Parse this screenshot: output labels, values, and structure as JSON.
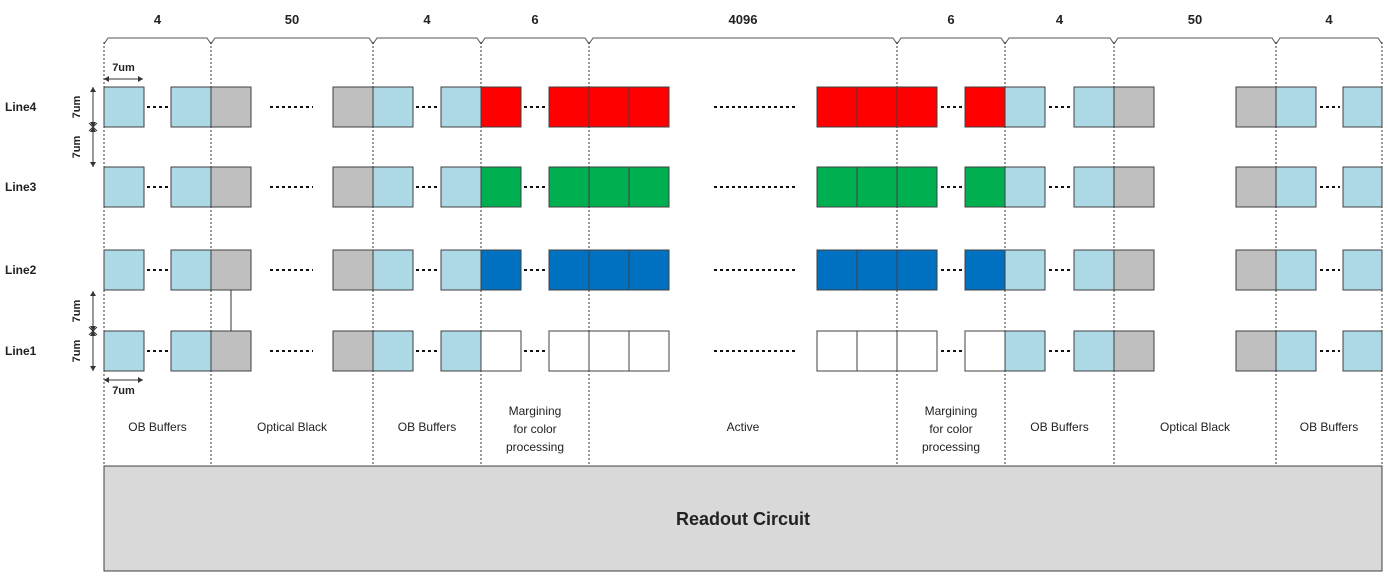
{
  "segments": [
    {
      "count": "4",
      "label": "OB Buffers",
      "kind": "buffer"
    },
    {
      "count": "50",
      "label": "Optical Black",
      "kind": "black"
    },
    {
      "count": "4",
      "label": "OB Buffers",
      "kind": "buffer"
    },
    {
      "count": "6",
      "label": "Margining for color processing",
      "kind": "margin-left"
    },
    {
      "count": "4096",
      "label": "Active",
      "kind": "active"
    },
    {
      "count": "6",
      "label": "Margining for color processing",
      "kind": "margin-right"
    },
    {
      "count": "4",
      "label": "OB Buffers",
      "kind": "buffer"
    },
    {
      "count": "50",
      "label": "Optical Black",
      "kind": "black"
    },
    {
      "count": "4",
      "label": "OB Buffers",
      "kind": "buffer"
    }
  ],
  "lines": [
    {
      "label": "Line4",
      "color": "#ff0000"
    },
    {
      "label": "Line3",
      "color": "#00b050"
    },
    {
      "label": "Line2",
      "color": "#0070c0"
    },
    {
      "label": "Line1",
      "color": "#ffffff"
    }
  ],
  "dimension_label": "7um",
  "readout_label": "Readout Circuit",
  "colors": {
    "buffer": "#add8e6",
    "black": "#bfbfbf",
    "readout": "#d9d9d9",
    "outline": "#404040"
  }
}
